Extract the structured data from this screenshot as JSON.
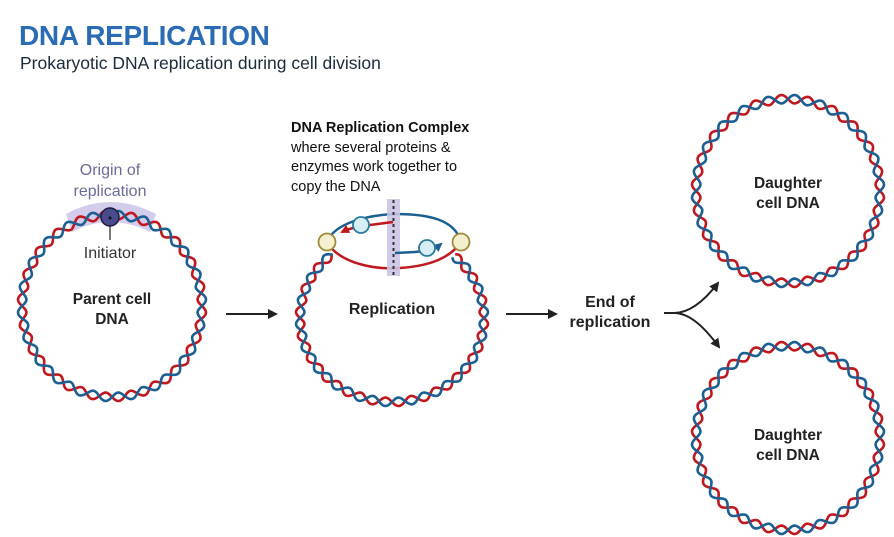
{
  "header": {
    "title": "DNA REPLICATION",
    "subtitle": "Prokaryotic DNA replication during cell division"
  },
  "colors": {
    "title": "#2a6bb5",
    "strand_red": "#c0181f",
    "strand_blue": "#1b5f93",
    "origin_band": "#cbc3e6",
    "initiator": "#4a4a8c",
    "helicase": "#f4efcf",
    "polymerase": "#d8eef5",
    "arrow": "#222222"
  },
  "stages": {
    "parent": {
      "origin_label_line1": "Origin of",
      "origin_label_line2": "replication",
      "initiator_label": "Initiator",
      "label_line1": "Parent cell",
      "label_line2": "DNA"
    },
    "complex": {
      "heading": "DNA Replication Complex",
      "line1": "where several proteins &",
      "line2": "enzymes work together to",
      "line3": "copy the DNA",
      "label": "Replication"
    },
    "end": {
      "line1": "End of",
      "line2": "replication"
    },
    "daughter_top": {
      "line1": "Daughter",
      "line2": "cell DNA"
    },
    "daughter_bottom": {
      "line1": "Daughter",
      "line2": "cell DNA"
    }
  }
}
